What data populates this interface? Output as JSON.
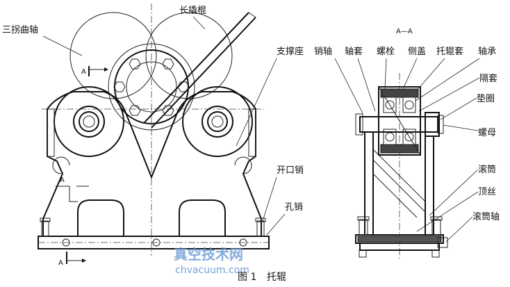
{
  "labels": {
    "crank_shaft": "三拐曲轴",
    "long_lever": "长撬棍",
    "support_base": "支撑座",
    "pin_shaft": "销轴",
    "shaft_sleeve": "轴套",
    "bolt": "螺栓",
    "side_cover": "侧盖",
    "roller_sleeve": "托辊套",
    "bearing": "轴承",
    "spacer": "隔套",
    "washer": "垫圈",
    "nut": "螺母",
    "drum": "滚筒",
    "set_screw": "顶丝",
    "drum_shaft": "滚筒轴",
    "split_pin": "开口销",
    "hole_pin": "孔销"
  },
  "section": {
    "title": "A—A",
    "marker": "A"
  },
  "caption": {
    "figure": "图 1",
    "name": "托辊"
  },
  "watermark": {
    "cn": "真空技术网",
    "url": "chvacuum.com"
  }
}
